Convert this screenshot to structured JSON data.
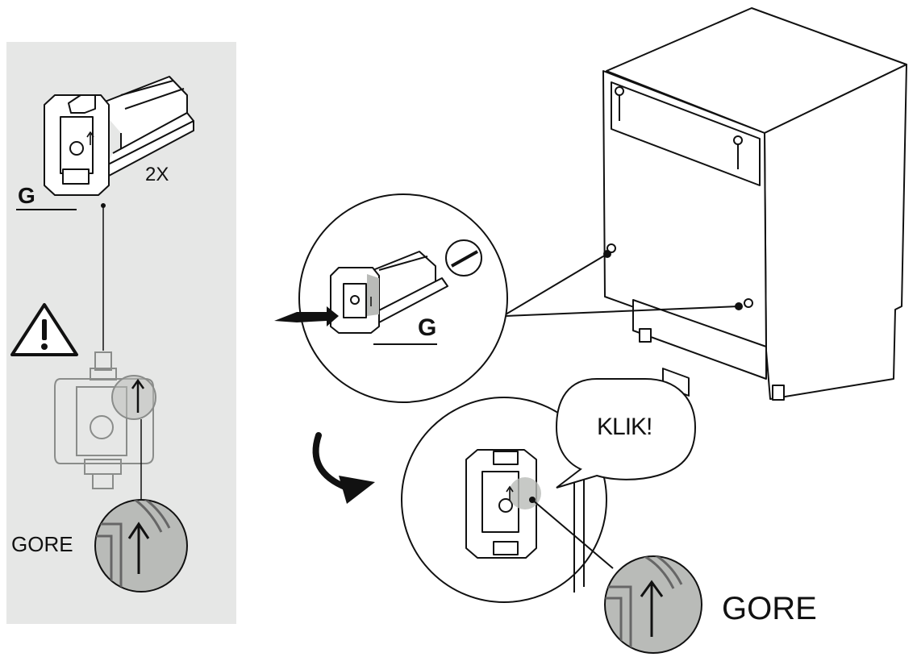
{
  "side_panel": {
    "part_letter": "G",
    "quantity": "2X",
    "up_label": "GORE"
  },
  "main": {
    "part_letter": "G",
    "click_sound": "KLIK!",
    "up_label": "GORE"
  },
  "colors": {
    "panel_bg": "#e6e7e6",
    "line": "#111111",
    "highlight_gray": "#b9bbb8",
    "part_gray": "#8a8c8a"
  }
}
